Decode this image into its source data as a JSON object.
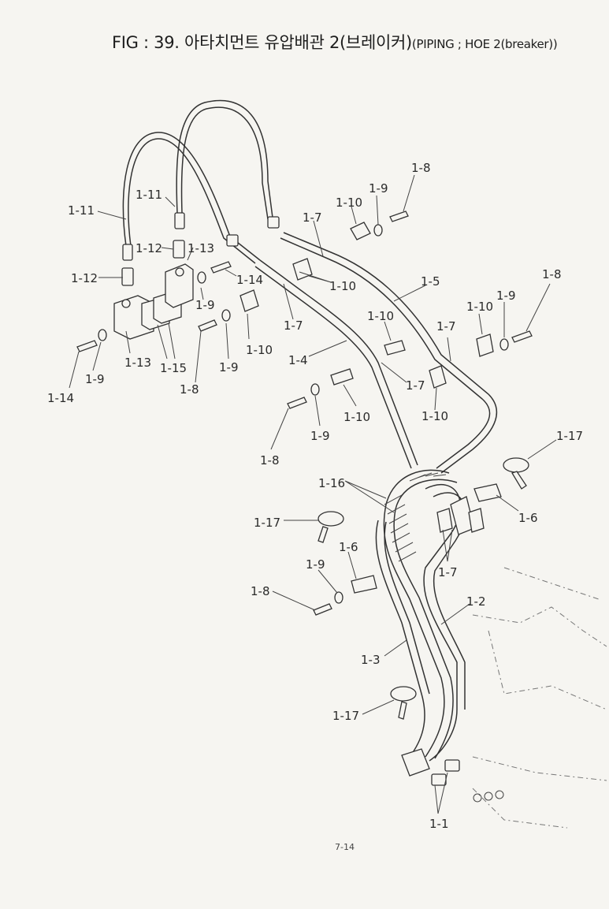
{
  "title": {
    "main": "FIG : 39. 아타치먼트 유압배관 2(브레이커)",
    "sub": "(PIPING ; HOE 2(breaker))"
  },
  "callouts": {
    "c1_1": "1-1",
    "c1_2": "1-2",
    "c1_3": "1-3",
    "c1_4": "1-4",
    "c1_5": "1-5",
    "c1_6": "1-6",
    "c1_7": "1-7",
    "c1_8": "1-8",
    "c1_9": "1-9",
    "c1_10": "1-10",
    "c1_11": "1-11",
    "c1_12": "1-12",
    "c1_13": "1-13",
    "c1_14": "1-14",
    "c1_15": "1-15",
    "c1_16": "1-16",
    "c1_17": "1-17"
  },
  "page_number": "7-14"
}
